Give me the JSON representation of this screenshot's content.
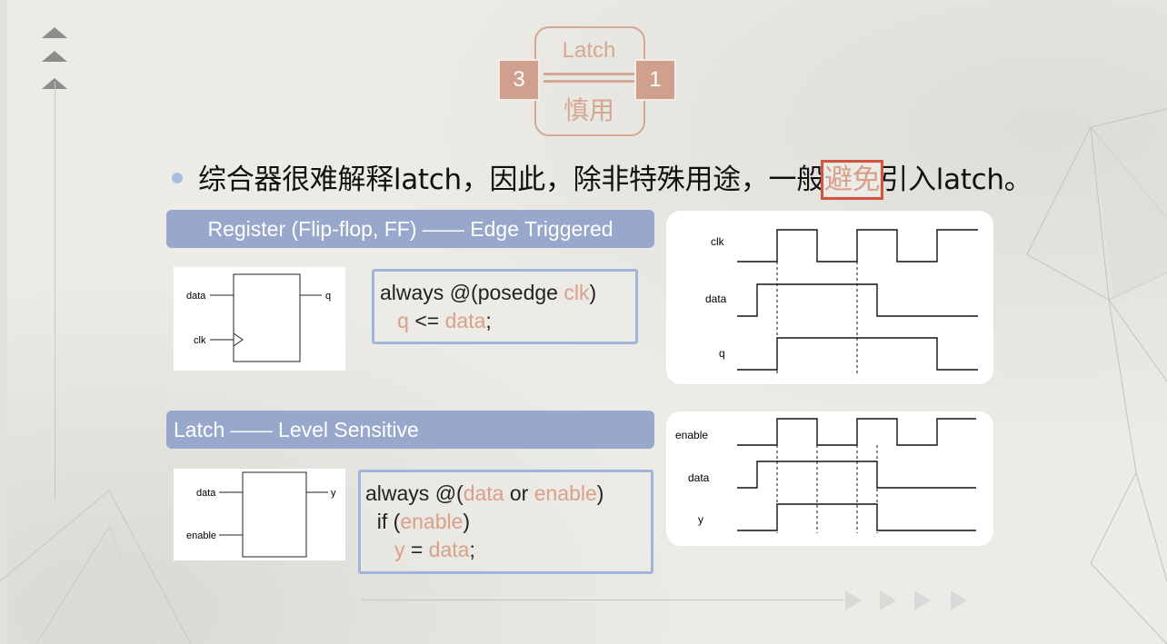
{
  "header": {
    "logo_title": "Latch",
    "logo_subtitle": "慎用",
    "left_number": "3",
    "right_number": "1"
  },
  "bullet": {
    "text_before": "综合器很难解释latch，因此，除非特殊用途，一般",
    "highlight": "避免",
    "text_after": "引入latch。"
  },
  "register_section": {
    "banner": "Register (Flip-flop, FF) —— Edge Triggered",
    "diagram": {
      "input_data": "data",
      "input_clk": "clk",
      "output": "q"
    },
    "code": {
      "line1_prefix": "always @(posedge ",
      "line1_clk": "clk",
      "line1_suffix": ")",
      "line2_indent": "   ",
      "line2_q": "q",
      "line2_op": " <= ",
      "line2_data": "data",
      "line2_end": ";"
    },
    "waveform_labels": [
      "clk",
      "data",
      "q"
    ]
  },
  "latch_section": {
    "banner": "Latch —— Level Sensitive",
    "diagram": {
      "input_data": "data",
      "input_enable": "enable",
      "output": "y"
    },
    "code": {
      "line1_prefix": "always @(",
      "line1_data": "data",
      "line1_or": " or ",
      "line1_enable": "enable",
      "line1_suffix": ")",
      "line2_if": "  if (",
      "line2_enable": "enable",
      "line2_end": ")",
      "line3_y": "y",
      "line3_op": " = ",
      "line3_data": "data",
      "line3_end": ";"
    },
    "waveform_labels": [
      "enable",
      "data",
      "y"
    ]
  },
  "colors": {
    "accent": "#d9a08a",
    "banner": "#97a8cc",
    "code_border": "#a2b4d9",
    "highlight_box": "#d2533f"
  },
  "icons": [
    "triangle-up-icon",
    "play-arrow-icon"
  ]
}
